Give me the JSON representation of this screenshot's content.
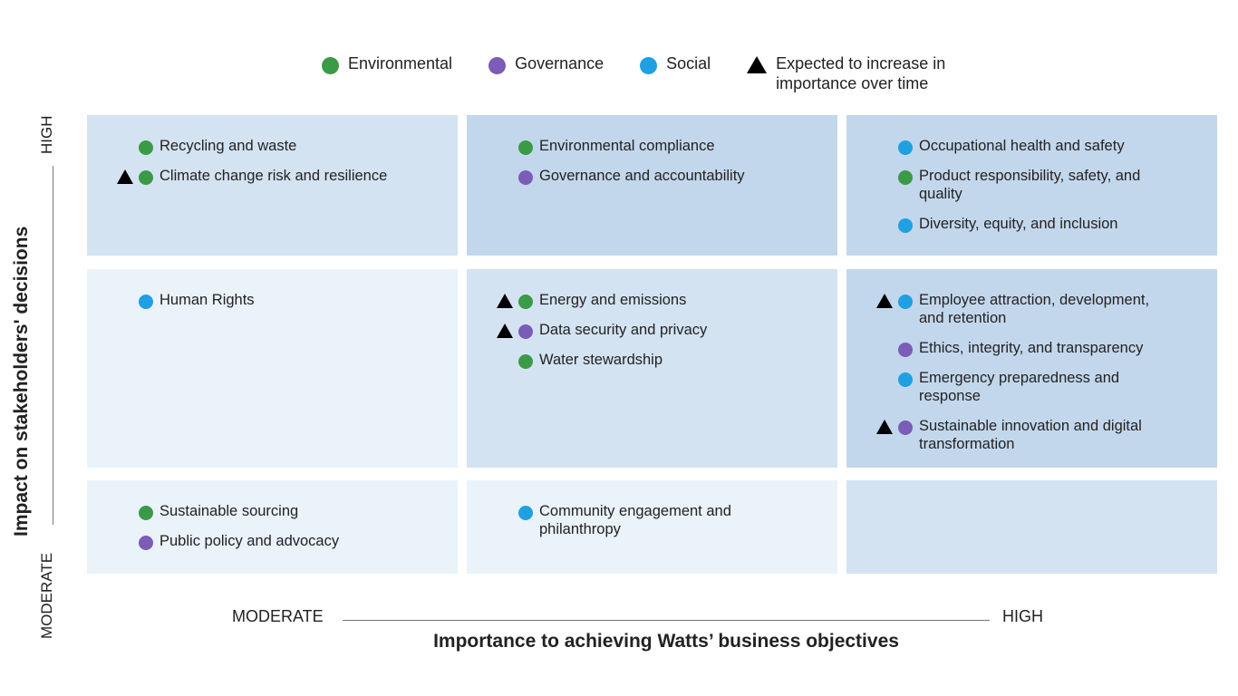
{
  "colors": {
    "Environmental": "#3b9a46",
    "Governance": "#7b5cb6",
    "Social": "#1fa0e2"
  },
  "legend": {
    "environmental": "Environmental",
    "governance": "Governance",
    "social": "Social",
    "trend": "Expected to increase in importance over time"
  },
  "axes": {
    "y_title": "Impact on stakeholders' decisions",
    "y_high": "HIGH",
    "y_low": "MODERATE",
    "x_title": "Importance to achieving Watts’ business objectives",
    "x_low": "MODERATE",
    "x_high": "HIGH"
  },
  "cells": [
    {
      "row": "high",
      "col": "moderate",
      "items": [
        {
          "label": "Recycling and waste",
          "cat": "Environmental",
          "trend": false
        },
        {
          "label": "Climate change risk and resilience",
          "cat": "Environmental",
          "trend": true
        }
      ]
    },
    {
      "row": "high",
      "col": "medium",
      "items": [
        {
          "label": "Environmental compliance",
          "cat": "Environmental",
          "trend": false
        },
        {
          "label": "Governance and accountability",
          "cat": "Governance",
          "trend": false
        }
      ]
    },
    {
      "row": "high",
      "col": "high",
      "items": [
        {
          "label": "Occupational health and safety",
          "cat": "Social",
          "trend": false
        },
        {
          "label": "Product responsibility, safety, and quality",
          "cat": "Environmental",
          "trend": false
        },
        {
          "label": "Diversity, equity, and inclusion",
          "cat": "Social",
          "trend": false
        }
      ]
    },
    {
      "row": "medium",
      "col": "moderate",
      "items": [
        {
          "label": "Human Rights",
          "cat": "Social",
          "trend": false
        }
      ]
    },
    {
      "row": "medium",
      "col": "medium",
      "items": [
        {
          "label": "Energy and emissions",
          "cat": "Environmental",
          "trend": true
        },
        {
          "label": "Data security and privacy",
          "cat": "Governance",
          "trend": true
        },
        {
          "label": "Water stewardship",
          "cat": "Environmental",
          "trend": false
        }
      ]
    },
    {
      "row": "medium",
      "col": "high",
      "items": [
        {
          "label": "Employee attraction, development, and retention",
          "cat": "Social",
          "trend": true
        },
        {
          "label": "Ethics, integrity, and transparency",
          "cat": "Governance",
          "trend": false
        },
        {
          "label": "Emergency preparedness and response",
          "cat": "Social",
          "trend": false
        },
        {
          "label": "Sustainable innovation and digital transformation",
          "cat": "Governance",
          "trend": true
        }
      ]
    },
    {
      "row": "moderate",
      "col": "moderate",
      "items": [
        {
          "label": "Sustainable sourcing",
          "cat": "Environmental",
          "trend": false
        },
        {
          "label": "Public policy and advocacy",
          "cat": "Governance",
          "trend": false
        }
      ]
    },
    {
      "row": "moderate",
      "col": "medium",
      "items": [
        {
          "label": "Community engagement and philanthropy",
          "cat": "Social",
          "trend": false
        }
      ]
    },
    {
      "row": "moderate",
      "col": "high",
      "items": []
    }
  ]
}
